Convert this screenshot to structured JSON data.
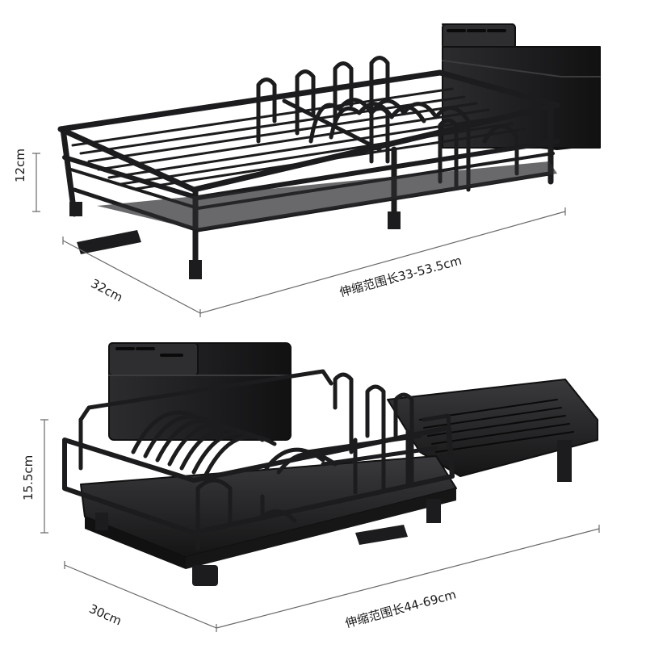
{
  "top_rack": {
    "height_label": "12cm",
    "depth_label": "32cm",
    "length_label": "伸缩范围长33-53.5cm"
  },
  "bottom_rack": {
    "height_label": "15.5cm",
    "depth_label": "30cm",
    "length_label": "伸缩范围长44-69cm"
  },
  "colors": {
    "frame": "#1c1c1e",
    "frame_highlight": "#4a4a4e",
    "tray": "#2a2a2c",
    "dimension_line": "#6a6a6a",
    "background": "#ffffff"
  }
}
